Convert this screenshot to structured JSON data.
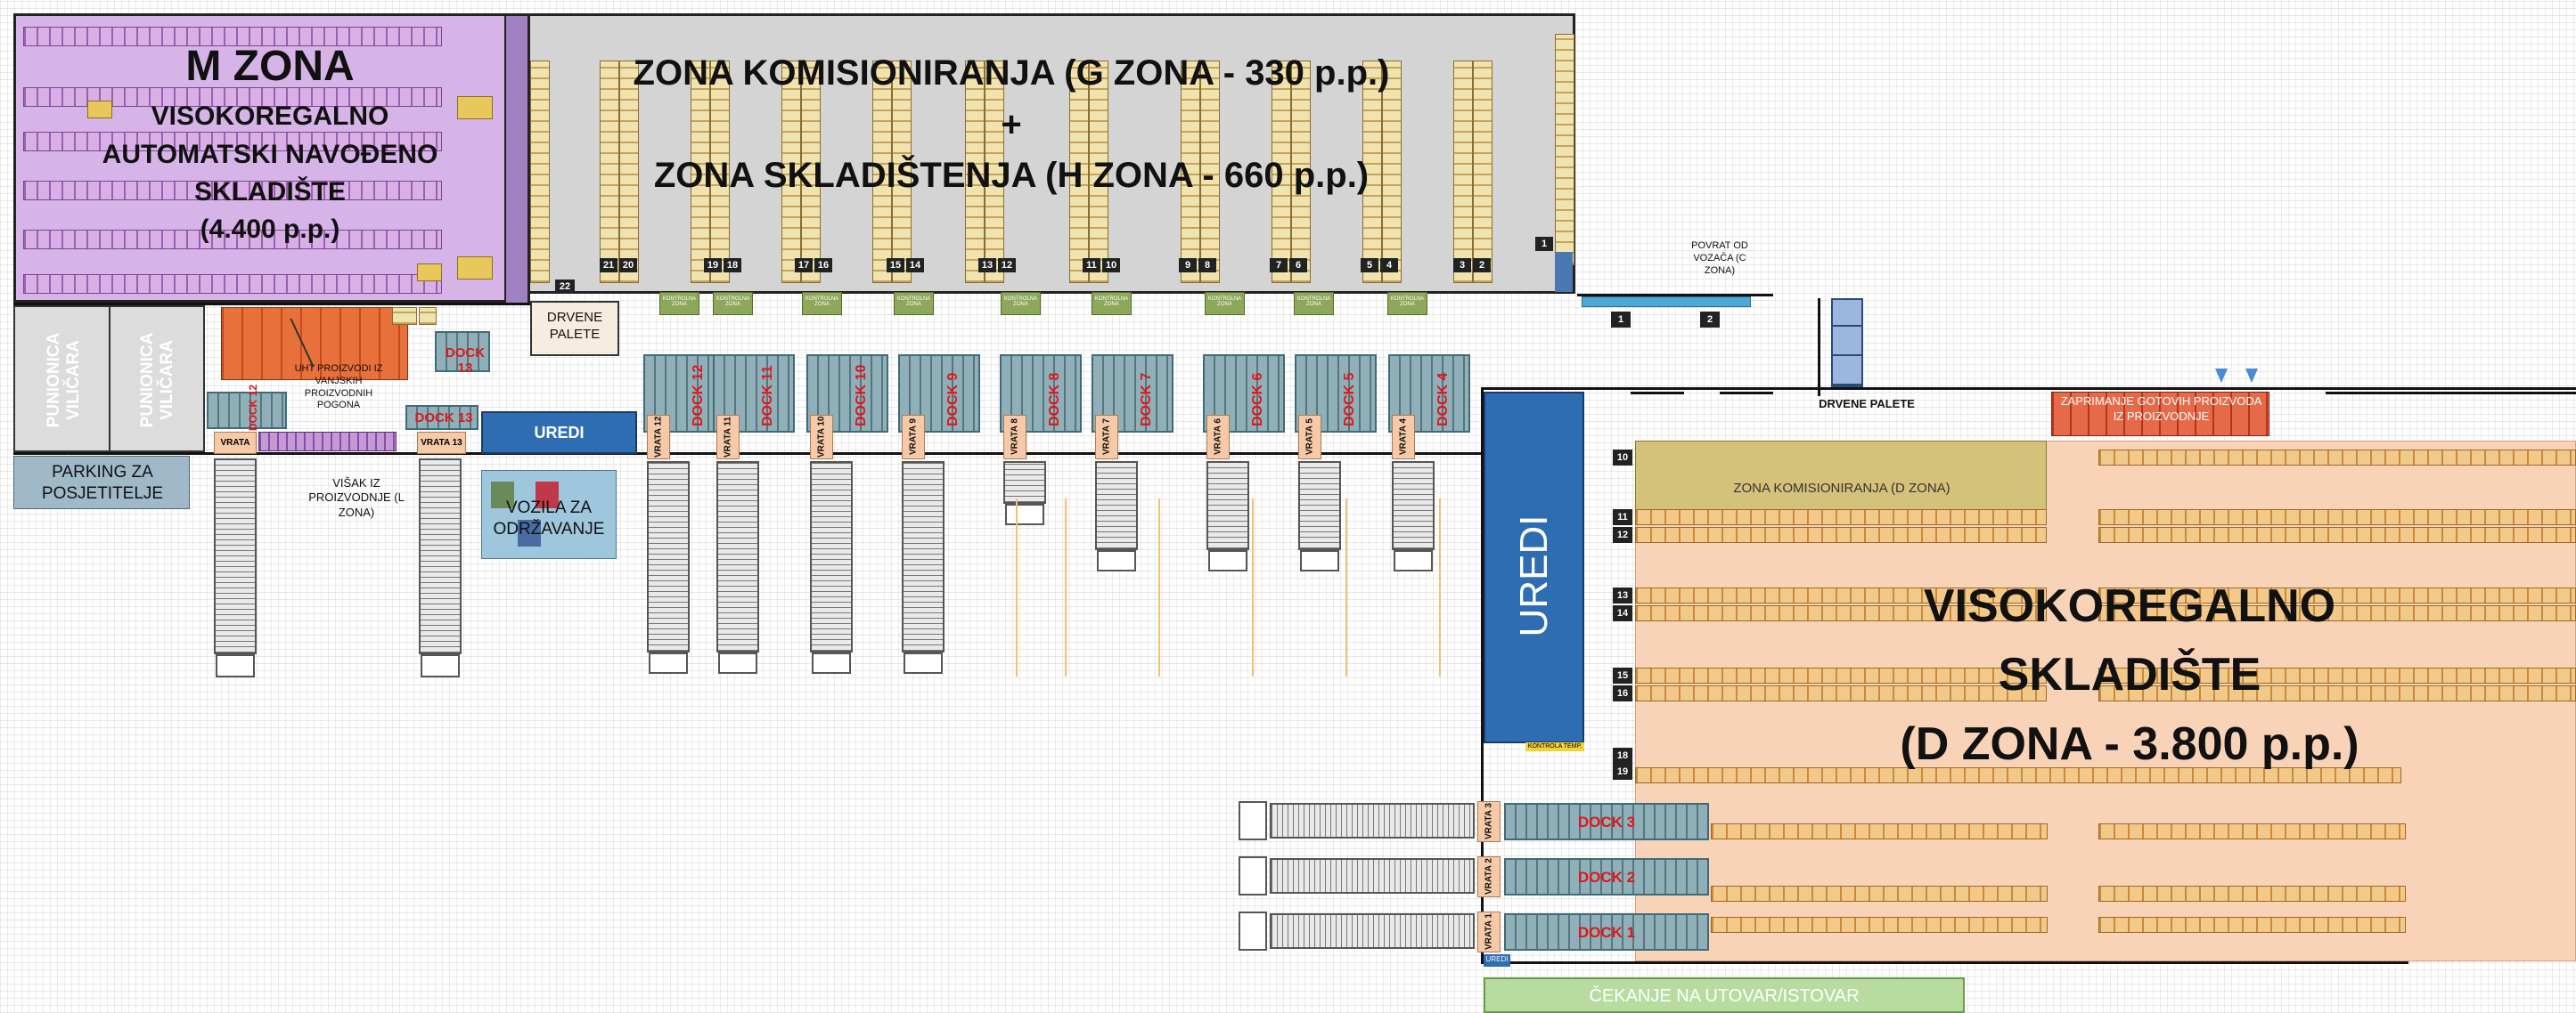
{
  "m_zone": {
    "title": "M ZONA",
    "line1": "VISOKOREGALNO",
    "line2": "AUTOMATSKI NAVOĐENO",
    "line3": "SKLADIŠTE",
    "line4": "(4.400 p.p.)"
  },
  "g_zone": {
    "line1": "ZONA KOMISIONIRANJA  (G ZONA - 330 p.p.)",
    "line2": "+",
    "line3": "ZONA SKLADIŠTENJA (H ZONA - 660 p.p.)"
  },
  "g_zone_numbers": [
    "22",
    "21",
    "20",
    "19",
    "18",
    "17",
    "16",
    "15",
    "14",
    "13",
    "12",
    "11",
    "10",
    "9",
    "8",
    "7",
    "6",
    "5",
    "4",
    "3",
    "2",
    "1"
  ],
  "punionica": [
    "PUNIONICA VILIČARA",
    "PUNIONICA VILIČARA"
  ],
  "parking": "PARKING ZA POSJETITELJE",
  "uht_label": "UHT PROIZVODI IZ VANJSKIH PROIZVODNIH POGONA",
  "visak_label": "VIŠAK IZ PROIZVODNJE (L ZONA)",
  "drvene_palete_top": "DRVENE PALETE",
  "drvene_palete_right": "DRVENE PALETE",
  "uredi_small": "UREDI",
  "uredi_big": "UREDI",
  "uredi_tiny": "UREDI",
  "vozila": "VOZILA ZA ODRŽAVANJE",
  "povrat": "POVRAT OD VOZAČA (C ZONA)",
  "povrat_nums": [
    "1",
    "2"
  ],
  "zaprimanje": "ZAPRIMANJE GOTOVIH PROIZVODA IZ PROIZVODNJE",
  "kontrolna_zona": "KONTROLNA ZONA",
  "kontrola_temp": "KONTROLA TEMP.",
  "cekanje": "ČEKANJE NA UTOVAR/ISTOVAR",
  "d_pick_zone": "ZONA KOMISIONIRANJA (D ZONA)",
  "d_zone": {
    "line1": "VISOKOREGALNO",
    "line2": "SKLADIŠTE",
    "line3": "(D ZONA - 3.800 p.p.)"
  },
  "d_row_numbers": [
    "10",
    "11",
    "12",
    "13",
    "14",
    "15",
    "16",
    "18",
    "19"
  ],
  "top_docks": [
    {
      "dock": "DOCK 12",
      "vrata": "VRATA 12"
    },
    {
      "dock": "DOCK 11",
      "vrata": "VRATA 11"
    },
    {
      "dock": "DOCK 10",
      "vrata": "VRATA 10"
    },
    {
      "dock": "DOCK 9",
      "vrata": "VRATA 9"
    },
    {
      "dock": "DOCK 8",
      "vrata": "VRATA 8"
    },
    {
      "dock": "DOCK 7",
      "vrata": "VRATA 7"
    },
    {
      "dock": "DOCK 6",
      "vrata": "VRATA 6"
    },
    {
      "dock": "DOCK 5",
      "vrata": "VRATA 5"
    },
    {
      "dock": "DOCK 4",
      "vrata": "VRATA 4"
    }
  ],
  "left_docks": {
    "dock12": "DOCK 12",
    "dock13a": "DOCK 13",
    "dock13b": "DOCK 13",
    "vrata": "VRATA",
    "vrata13": "VRATA 13"
  },
  "bottom_docks": [
    {
      "dock": "DOCK 3",
      "vrata": "VRATA 3"
    },
    {
      "dock": "DOCK 2",
      "vrata": "VRATA 2"
    },
    {
      "dock": "DOCK 1",
      "vrata": "VRATA 1"
    }
  ],
  "colors": {
    "m_zone": "#d7b4e8",
    "g_zone": "#d4d4d4",
    "d_zone": "#f9d3b8",
    "uredi": "#2f6db3",
    "dock_text": "#e0161b"
  }
}
